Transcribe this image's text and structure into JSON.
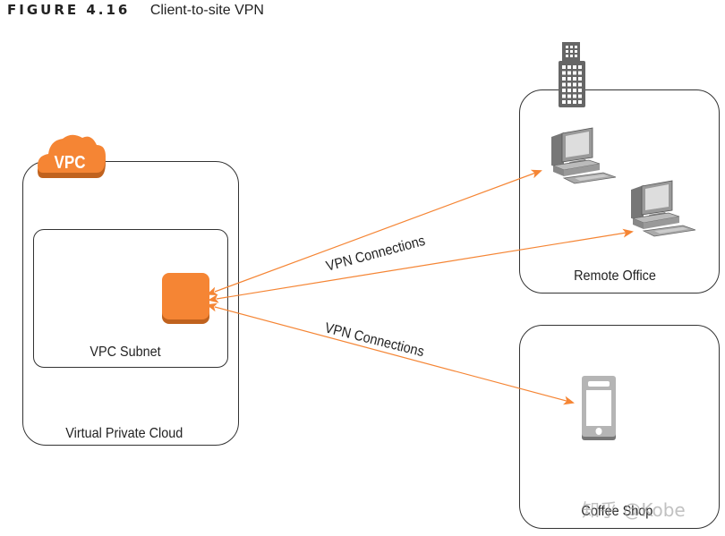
{
  "figure": {
    "number": "FIGURE 4.16",
    "caption": "Client-to-site VPN"
  },
  "vpc": {
    "badge": "VPC",
    "container_label": "Virtual Private Cloud",
    "subnet_label": "VPC Subnet",
    "gateway_icon": "vpn-gateway-icon"
  },
  "remote_office": {
    "label": "Remote Office",
    "building_icon": "office-building-icon",
    "devices": [
      "desktop-computer-icon",
      "desktop-computer-icon"
    ]
  },
  "coffee_shop": {
    "label": "Coffee Shop",
    "device_icon": "mobile-phone-icon"
  },
  "connections": [
    {
      "label": "VPN Connections",
      "targets": [
        "Remote Office computer 1",
        "Remote Office computer 2"
      ]
    },
    {
      "label": "VPN Connections",
      "targets": [
        "Coffee Shop mobile phone"
      ]
    }
  ],
  "colors": {
    "accent": "#F58534",
    "accent_dark": "#C0621E",
    "device_gray": "#8C8C8C",
    "outline": "#333333"
  },
  "watermark": "知乎 @Kobe"
}
